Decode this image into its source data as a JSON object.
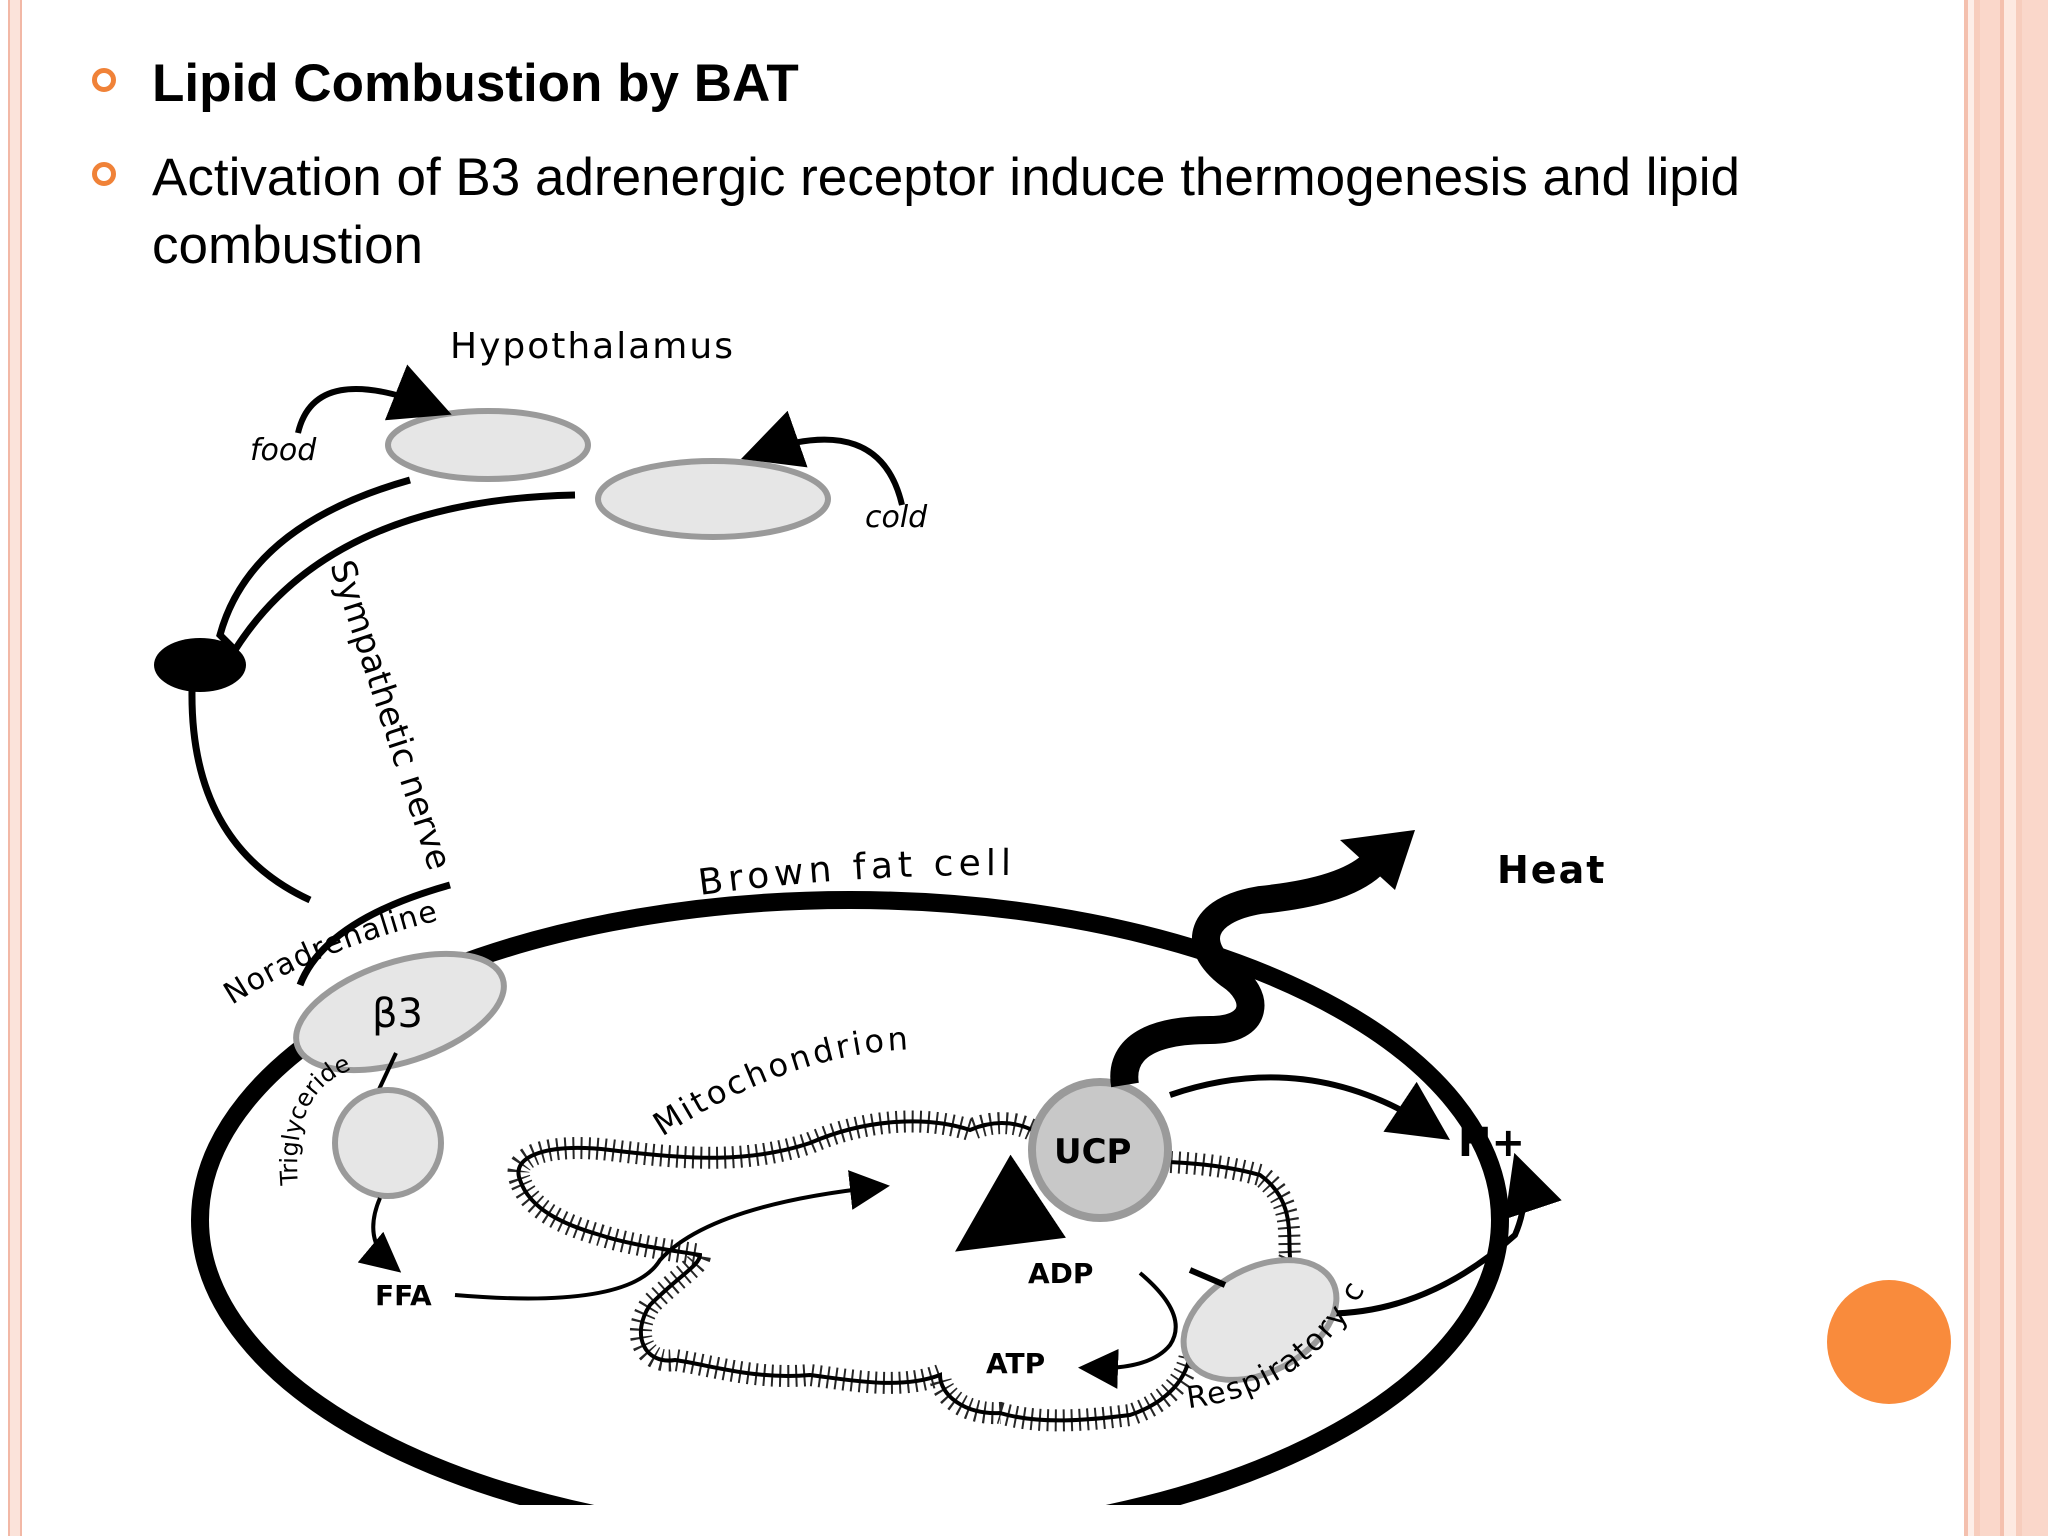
{
  "slide": {
    "bullets": [
      {
        "text": "Lipid Combustion by BAT",
        "bold": true
      },
      {
        "text": "Activation of B3 adrenergic receptor induce thermogenesis and lipid combustion",
        "bold": false
      }
    ]
  },
  "diagram": {
    "labels": {
      "hypothalamus": "Hypothalamus",
      "food": "food",
      "cold": "cold",
      "sympathetic_nerve": "Sympathetic nerve",
      "noradrenaline": "Noradrenaline",
      "beta3": "β3",
      "brown_fat_cell": "Brown fat cell",
      "heat": "Heat",
      "mitochondrion": "Mitochondrion",
      "triglyceride": "Triglyceride",
      "ffa": "FFA",
      "ucp": "UCP",
      "h_plus": "H+",
      "adp": "ADP",
      "atp": "ATP",
      "respiratory_chain": "Respiratory chain"
    }
  },
  "colors": {
    "accent": "#f08238",
    "border": "#f2b8a6",
    "organelle_fill": "#e6e6e6",
    "organelle_stroke": "#9a9a9a"
  }
}
